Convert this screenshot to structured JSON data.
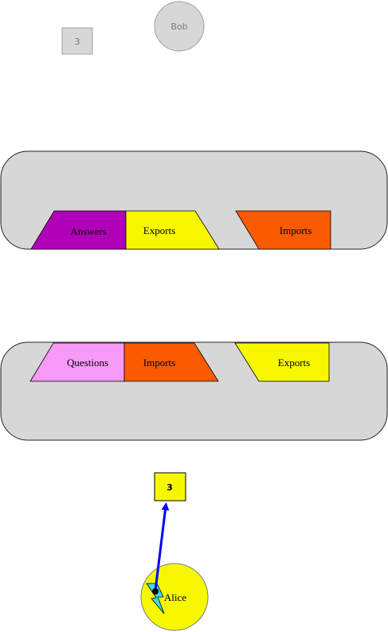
{
  "nodes": {
    "bob": {
      "label": "Bob",
      "fill": "#d7d7d7",
      "stroke": "#a0a0a0",
      "text_color": "#7a7a7a"
    },
    "bob_badge": {
      "label": "3",
      "fill": "#d7d7d7",
      "stroke": "#a0a0a0",
      "text_color": "#7a7a7a"
    },
    "alice": {
      "label": "Alice",
      "fill": "#f7f700",
      "stroke": "#7a7a7a",
      "text_color": "#000000"
    },
    "alice_badge": {
      "label": "3",
      "fill": "#f7f700",
      "stroke": "#000000",
      "text_color": "#000000"
    }
  },
  "groups": [
    {
      "id": "top-group",
      "fill": "#d7d7d7",
      "stroke": "#222222",
      "shapes": [
        {
          "label": "Answers",
          "fill": "#b000b8"
        },
        {
          "label": "Exports",
          "fill": "#f7f700"
        },
        {
          "label": "Imports",
          "fill": "#fa5a00"
        }
      ]
    },
    {
      "id": "bottom-group",
      "fill": "#d7d7d7",
      "stroke": "#222222",
      "shapes": [
        {
          "label": "Questions",
          "fill": "#f79af7"
        },
        {
          "label": "Imports",
          "fill": "#fa5a00"
        },
        {
          "label": "Exports",
          "fill": "#f7f700"
        }
      ]
    }
  ],
  "edge": {
    "color": "#0000ff"
  },
  "lightning": {
    "fill": "#35e0f0",
    "stroke": "#000000"
  }
}
